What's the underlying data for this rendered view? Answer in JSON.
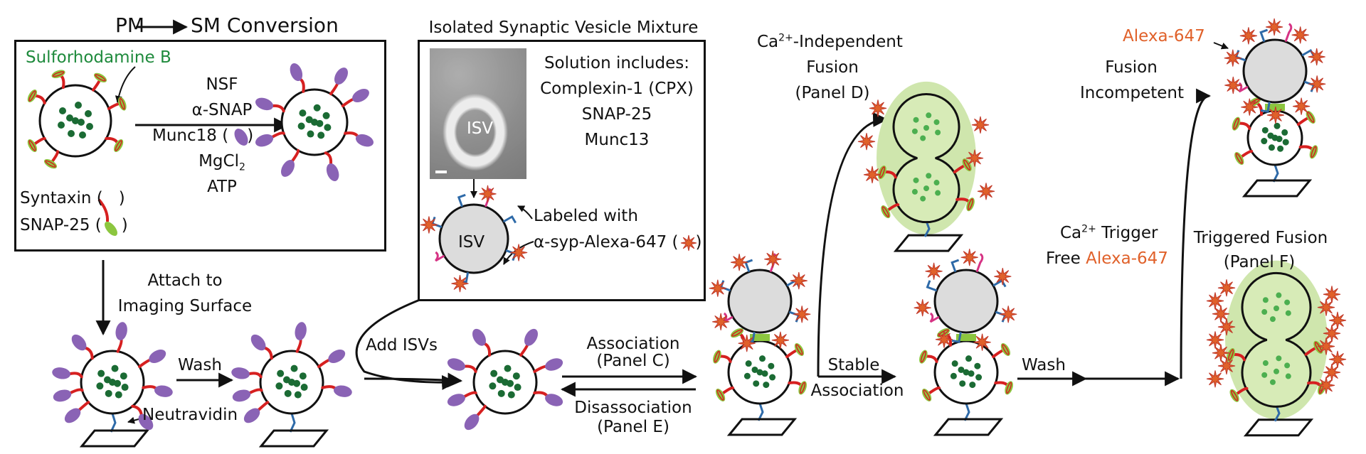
{
  "title": {
    "pm": "PM",
    "sm_conversion": "SM Conversion"
  },
  "conversion_box": {
    "dye_label": "Sulforhodamine B",
    "reagents": [
      "NSF",
      "α-SNAP",
      "Munc18 (",
      "MgCl",
      "ATP"
    ],
    "mgcl_sub": "2",
    "munc18_close": ")",
    "syntaxin_label": "Syntaxin (",
    "syntaxin_close": ")",
    "snap25_label": "SNAP-25 (",
    "snap25_close": ")"
  },
  "isv_box": {
    "title": "Isolated Synaptic Vesicle Mixture",
    "em_label": "ISV",
    "vesicle_label": "ISV",
    "solution_lines": [
      "Solution includes:",
      "Complexin-1 (CPX)",
      "SNAP-25",
      "Munc13"
    ],
    "labeled_with": "Labeled with",
    "antibody": "α-syp-Alexa-647 (",
    "antibody_close": ")"
  },
  "steps": {
    "attach": [
      "Attach to",
      "Imaging Surface"
    ],
    "wash1": "Wash",
    "neutravidin": "Neutravidin",
    "add_isvs": "Add ISVs",
    "association": [
      "Association",
      "(Panel C)"
    ],
    "disassociation": [
      "Disassociation",
      "(Panel E)"
    ],
    "stable": [
      "Stable",
      "Association"
    ],
    "wash2": "Wash",
    "ca_independent": {
      "ca": "Ca",
      "sup": "2+",
      "rest": "-Independent",
      "line2": "Fusion",
      "line3": "(Panel D)"
    },
    "ca_trigger": {
      "ca": "Ca",
      "sup": "2+",
      "rest": " Trigger",
      "line2_prefix": "Free ",
      "line2_dye": "Alexa-647"
    },
    "alexa_top": "Alexa-647",
    "fusion_incompetent": [
      "Fusion",
      "Incompetent"
    ],
    "triggered_fusion": [
      "Triggered Fusion",
      "(Panel F)"
    ]
  },
  "colors": {
    "dye_green": "#1e8a3c",
    "dot_green": "#1b6b34",
    "alexa_orange": "#e0612a",
    "syntaxin_red": "#d62020",
    "snap25_green": "#8cc63f",
    "munc18_purple": "#8a63b5",
    "vesicle_gray": "#dcdcdc",
    "fusion_halo": "#cfe6ad",
    "synaptobrevin_blue": "#2e6aa8",
    "synaptotagmin_pink": "#d63384"
  }
}
